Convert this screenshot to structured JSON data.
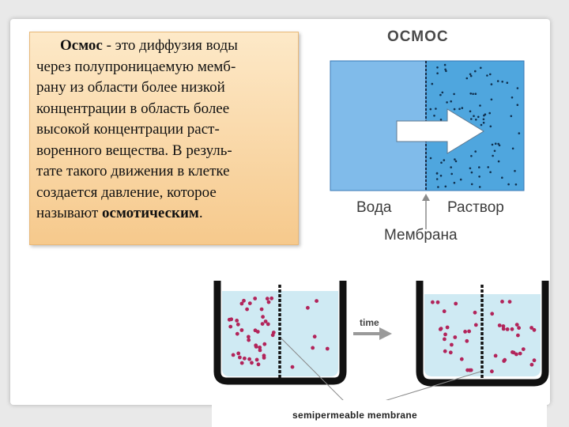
{
  "definition": {
    "term": "Осмос",
    "lines": [
      " - это диффузия воды",
      "через полупроницаемую мемб-",
      "рану из области более низкой",
      "концентрации в область более",
      "высокой концентрации  раст-",
      "воренного вещества. В резуль-",
      "тате такого движения в клетке",
      "создается  давление, которое",
      "называют "
    ],
    "bold_end": "осмотическим",
    "end": "."
  },
  "top_diagram": {
    "title": "ОСМОС",
    "left_label": "Вода",
    "right_label": "Раствор",
    "membrane_label": "Мембрана",
    "water_color": "#80bbea",
    "solution_color": "#4fa6de"
  },
  "bottom_diagram": {
    "arrow_label": "time",
    "membrane_label": "semipermeable membrane",
    "water_color": "#cfeaf3",
    "particle_color": "#b2245a",
    "wall_color": "#111111"
  }
}
